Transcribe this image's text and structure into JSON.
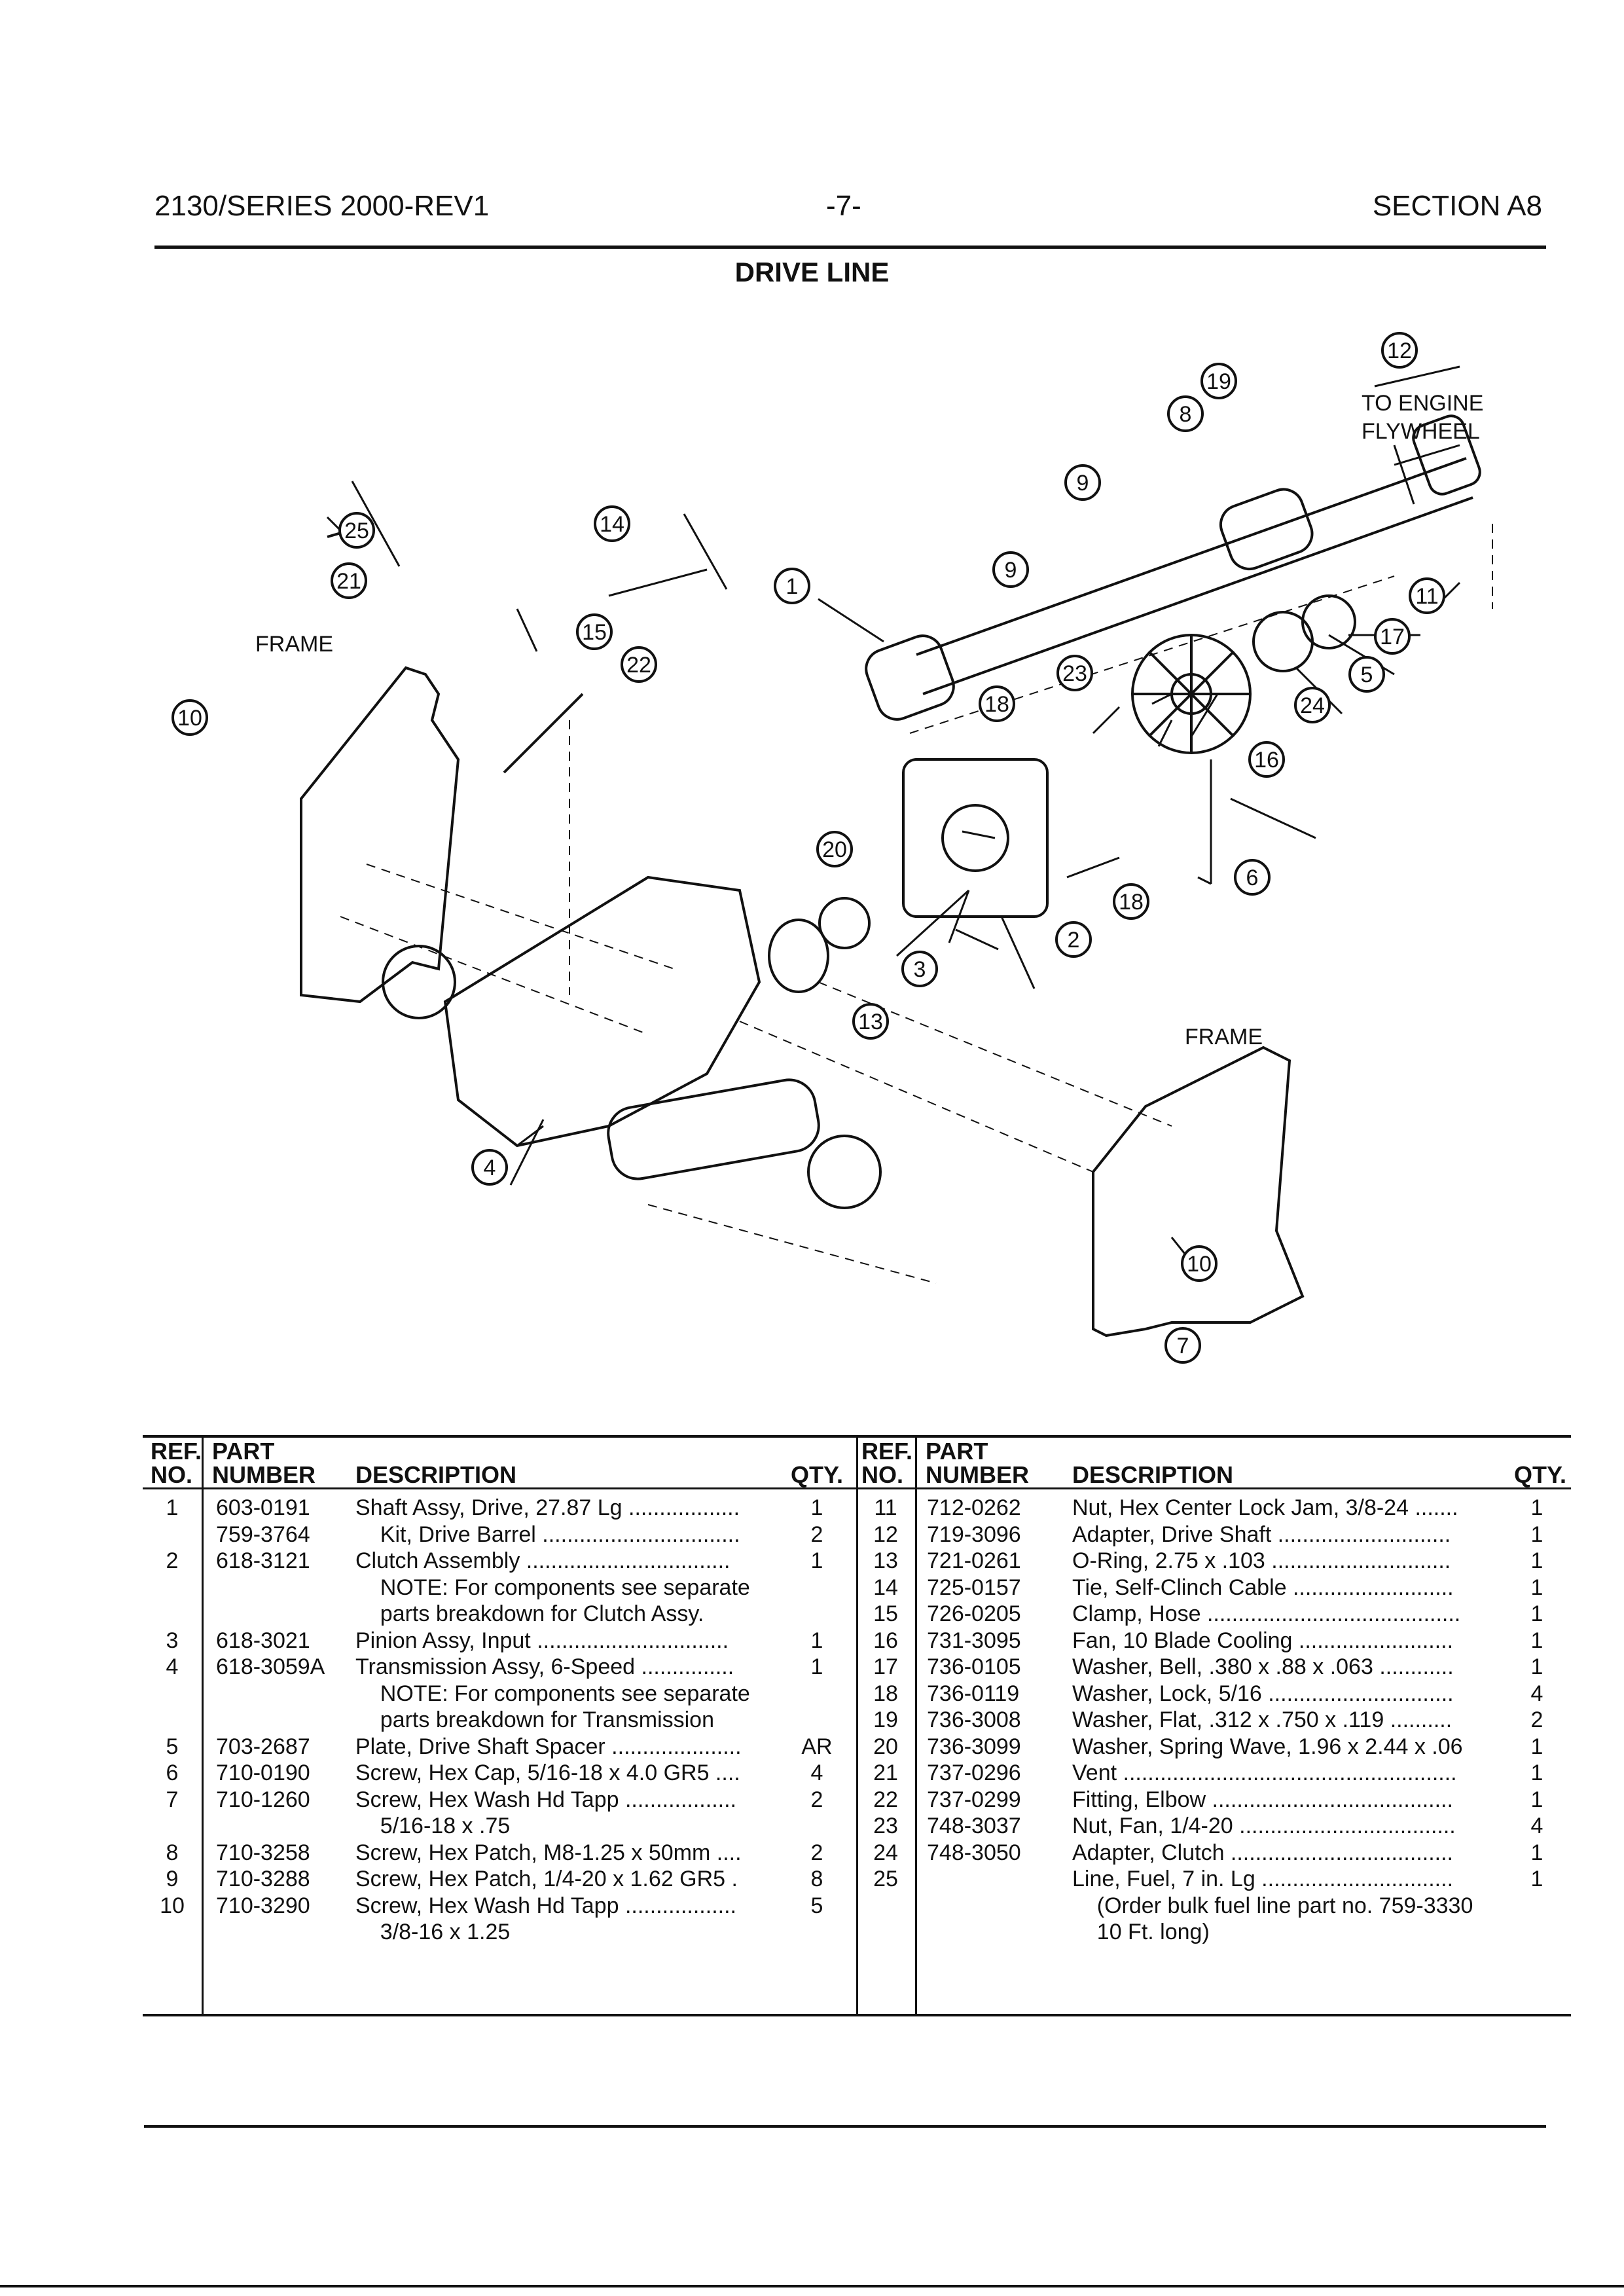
{
  "header": {
    "left": "2130/SERIES 2000-REV1",
    "center": "-7-",
    "right": "SECTION A8"
  },
  "title": "DRIVE LINE",
  "diagram": {
    "labels": {
      "frame_left": "FRAME",
      "frame_right": "FRAME",
      "engine_line1": "TO ENGINE",
      "engine_line2": "FLYWHEEL"
    },
    "callouts": [
      "1",
      "2",
      "3",
      "4",
      "5",
      "6",
      "7",
      "8",
      "9",
      "9",
      "10",
      "10",
      "11",
      "12",
      "13",
      "14",
      "15",
      "16",
      "17",
      "18",
      "18",
      "19",
      "20",
      "21",
      "22",
      "23",
      "24",
      "25"
    ]
  },
  "table": {
    "headers": {
      "ref1": "REF.",
      "ref2": "NO.",
      "part1": "PART",
      "part2": "NUMBER",
      "desc": "DESCRIPTION",
      "qty": "QTY."
    },
    "left": [
      {
        "ref": "1",
        "part": "603-0191",
        "desc": "Shaft Assy, Drive, 27.87 Lg ..................",
        "qty": "1"
      },
      {
        "ref": "",
        "part": "759-3764",
        "desc": "    Kit, Drive Barrel ................................",
        "qty": "2"
      },
      {
        "ref": "2",
        "part": "618-3121",
        "desc": "Clutch Assembly .................................",
        "qty": "1"
      },
      {
        "ref": "",
        "part": "",
        "desc": "    NOTE: For components see separate",
        "qty": ""
      },
      {
        "ref": "",
        "part": "",
        "desc": "    parts breakdown for Clutch Assy.",
        "qty": ""
      },
      {
        "ref": "3",
        "part": "618-3021",
        "desc": "Pinion Assy, Input ...............................",
        "qty": "1"
      },
      {
        "ref": "4",
        "part": "618-3059A",
        "desc": "Transmission Assy, 6-Speed ...............",
        "qty": "1"
      },
      {
        "ref": "",
        "part": "",
        "desc": "    NOTE: For components see separate",
        "qty": ""
      },
      {
        "ref": "",
        "part": "",
        "desc": "    parts breakdown for Transmission",
        "qty": ""
      },
      {
        "ref": "5",
        "part": "703-2687",
        "desc": "Plate, Drive Shaft Spacer .....................",
        "qty": "AR"
      },
      {
        "ref": "6",
        "part": "710-0190",
        "desc": "Screw, Hex Cap, 5/16-18 x 4.0 GR5 ....",
        "qty": "4"
      },
      {
        "ref": "7",
        "part": "710-1260",
        "desc": "Screw, Hex Wash Hd Tapp ..................",
        "qty": "2"
      },
      {
        "ref": "",
        "part": "",
        "desc": "    5/16-18 x .75",
        "qty": ""
      },
      {
        "ref": "8",
        "part": "710-3258",
        "desc": "Screw, Hex Patch, M8-1.25 x 50mm ....",
        "qty": "2"
      },
      {
        "ref": "9",
        "part": "710-3288",
        "desc": "Screw, Hex Patch, 1/4-20 x 1.62 GR5 .",
        "qty": "8"
      },
      {
        "ref": "10",
        "part": "710-3290",
        "desc": "Screw, Hex Wash Hd Tapp ..................",
        "qty": "5"
      },
      {
        "ref": "",
        "part": "",
        "desc": "    3/8-16 x 1.25",
        "qty": ""
      }
    ],
    "right": [
      {
        "ref": "11",
        "part": "712-0262",
        "desc": "Nut, Hex Center Lock Jam, 3/8-24 .......",
        "qty": "1"
      },
      {
        "ref": "12",
        "part": "719-3096",
        "desc": "Adapter, Drive Shaft ............................",
        "qty": "1"
      },
      {
        "ref": "13",
        "part": "721-0261",
        "desc": "O-Ring, 2.75 x .103 .............................",
        "qty": "1"
      },
      {
        "ref": "14",
        "part": "725-0157",
        "desc": "Tie, Self-Clinch Cable ..........................",
        "qty": "1"
      },
      {
        "ref": "15",
        "part": "726-0205",
        "desc": "Clamp, Hose .........................................",
        "qty": "1"
      },
      {
        "ref": "16",
        "part": "731-3095",
        "desc": "Fan, 10 Blade Cooling .........................",
        "qty": "1"
      },
      {
        "ref": "17",
        "part": "736-0105",
        "desc": "Washer, Bell, .380 x .88 x .063 ............",
        "qty": "1"
      },
      {
        "ref": "18",
        "part": "736-0119",
        "desc": "Washer, Lock, 5/16 ..............................",
        "qty": "4"
      },
      {
        "ref": "19",
        "part": "736-3008",
        "desc": "Washer, Flat, .312 x .750 x .119 ..........",
        "qty": "2"
      },
      {
        "ref": "20",
        "part": "736-3099",
        "desc": "Washer, Spring Wave, 1.96 x 2.44 x .06",
        "qty": "1"
      },
      {
        "ref": "21",
        "part": "737-0296",
        "desc": "Vent ......................................................",
        "qty": "1"
      },
      {
        "ref": "22",
        "part": "737-0299",
        "desc": "Fitting, Elbow .......................................",
        "qty": "1"
      },
      {
        "ref": "23",
        "part": "748-3037",
        "desc": "Nut, Fan, 1/4-20 ...................................",
        "qty": "4"
      },
      {
        "ref": "24",
        "part": "748-3050",
        "desc": "Adapter, Clutch ....................................",
        "qty": "1"
      },
      {
        "ref": "25",
        "part": "",
        "desc": "Line, Fuel, 7 in. Lg ...............................",
        "qty": "1"
      },
      {
        "ref": "",
        "part": "",
        "desc": "    (Order bulk fuel line part no. 759-3330",
        "qty": ""
      },
      {
        "ref": "",
        "part": "",
        "desc": "    10 Ft. long)",
        "qty": ""
      }
    ]
  }
}
